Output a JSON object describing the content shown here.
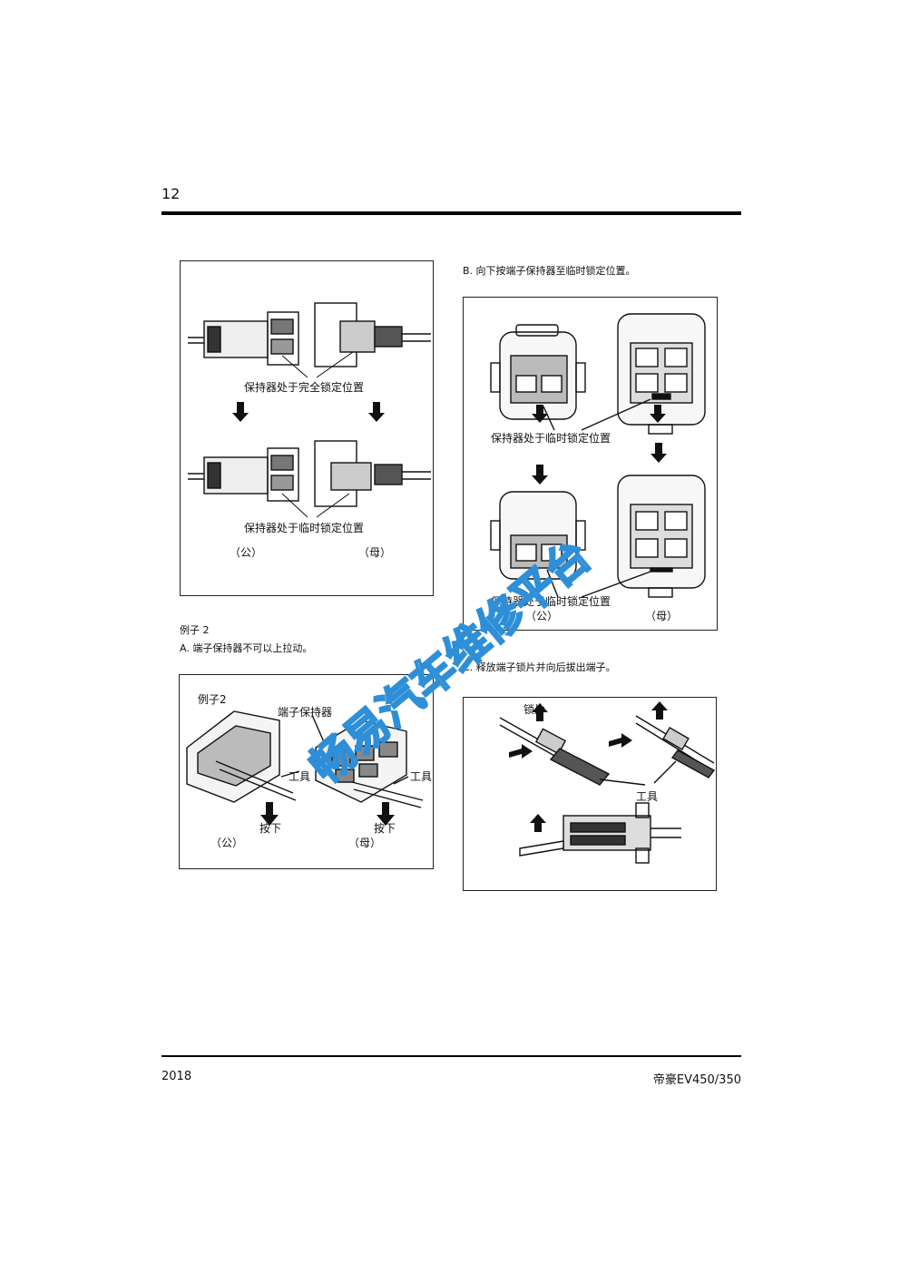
{
  "header": {
    "page_number": "12"
  },
  "footer": {
    "year": "2018",
    "model": "帝豪EV450/350"
  },
  "figure1": {
    "label_full_lock": "保持器处于完全锁定位置",
    "label_temp_lock": "保持器处于临时锁定位置",
    "male": "（公）",
    "female": "（母）"
  },
  "section_example2": {
    "title": "例子 2",
    "step_a": "A. 端子保持器不可以上拉动。"
  },
  "figure2": {
    "title": "例子2",
    "label_retainer": "端子保持器",
    "label_tool_left": "工具",
    "label_tool_right": "工具",
    "label_press_left": "按下",
    "label_press_right": "按下",
    "male": "（公）",
    "female": "（母）"
  },
  "step_b": "B. 向下按端子保持器至临时锁定位置。",
  "figure3": {
    "label_top": "保持器处于临时锁定位置",
    "label_bottom": "保持器处于临时锁定位置",
    "male": "（公）",
    "female": "（母）"
  },
  "step_c": "C. 释放端子锁片并向后拔出端子。",
  "figure4": {
    "label_lock": "锁片",
    "label_tool": "工具"
  },
  "watermark": {
    "text": "畅易汽车维修平台",
    "color": "#2e8fd8"
  }
}
